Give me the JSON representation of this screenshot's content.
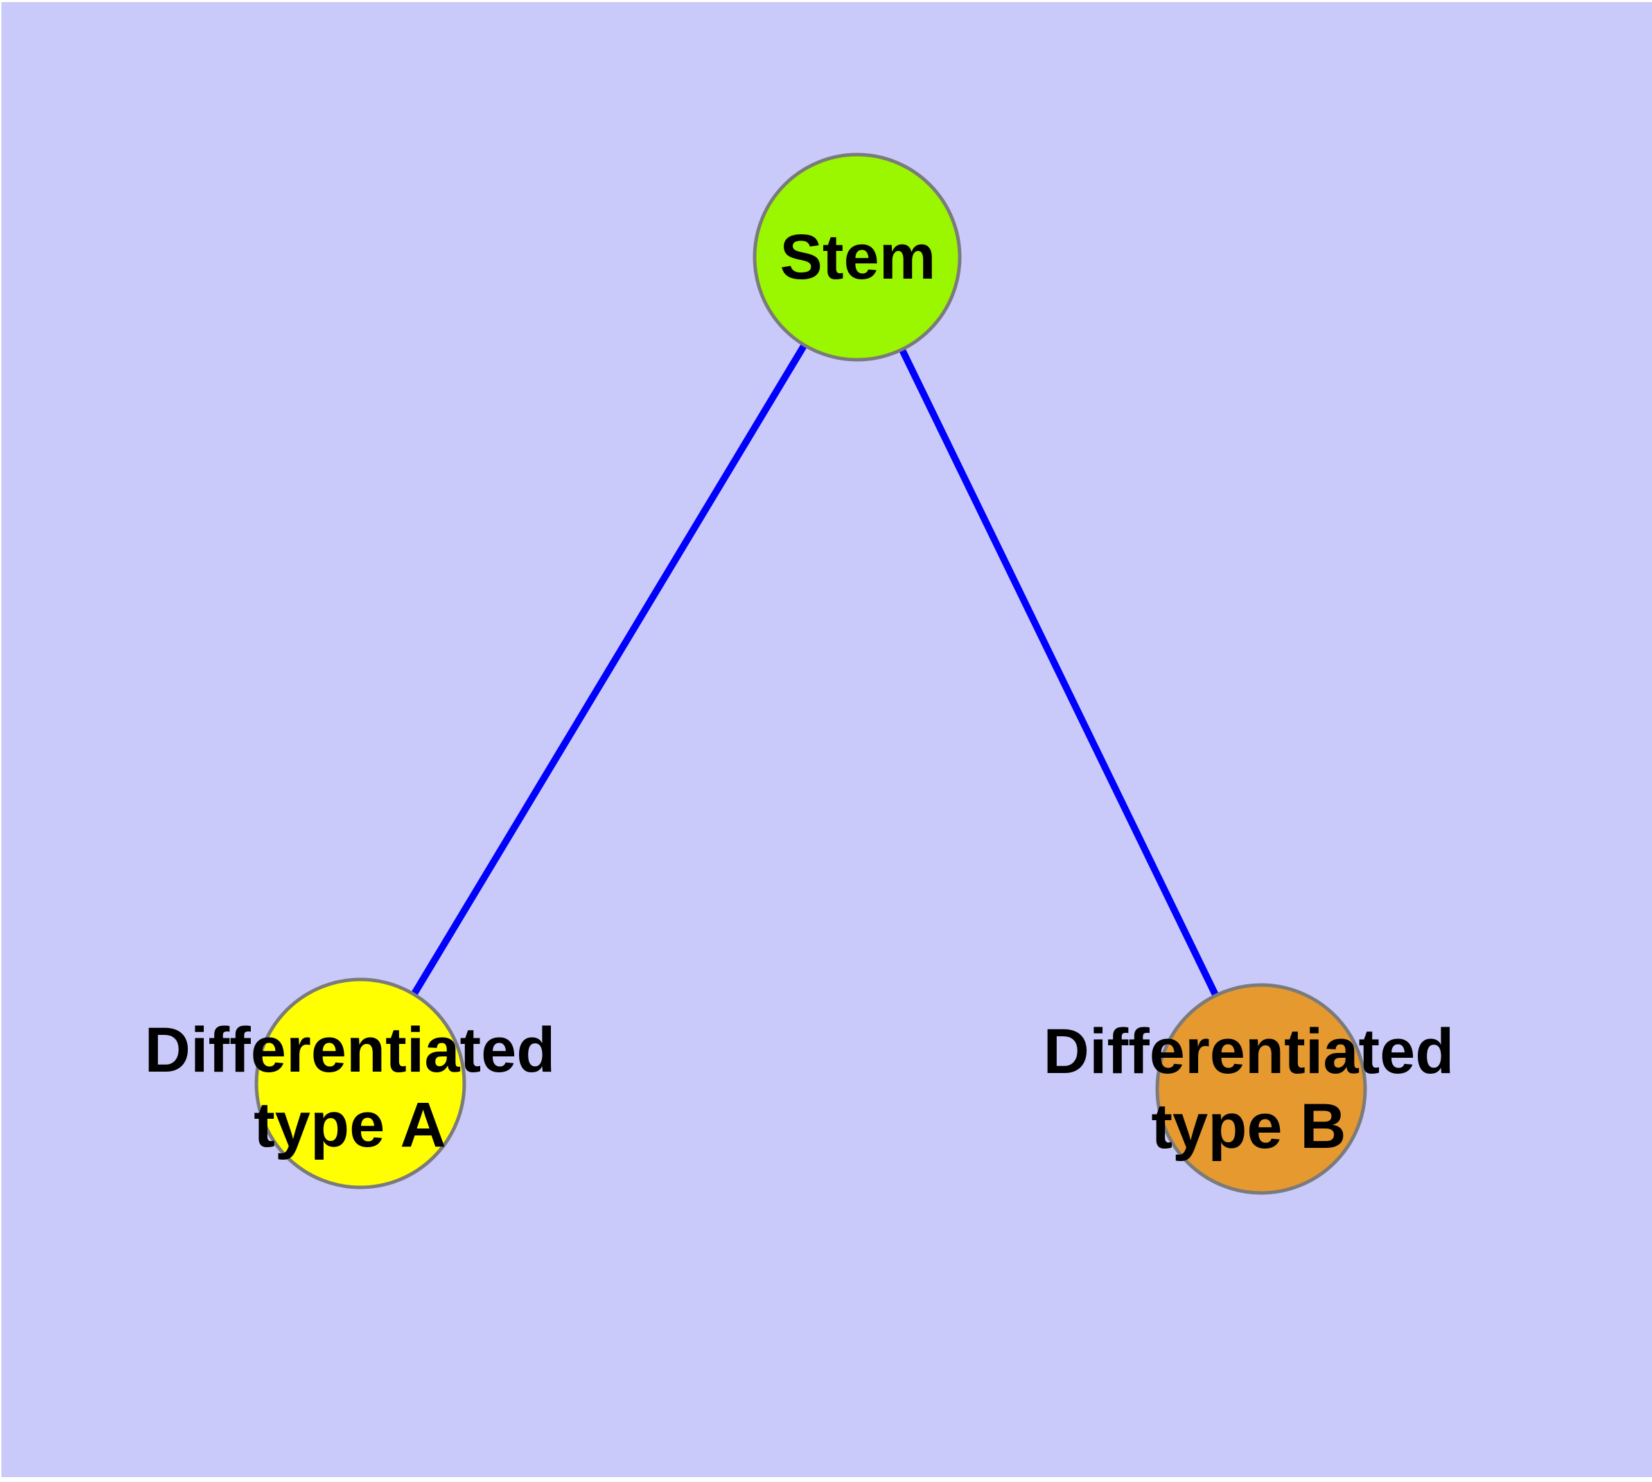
{
  "diagram": {
    "background_color": "#CACAFA",
    "edge_color": "#0000FF",
    "node_border_color": "#7B7B7B",
    "text_color": "#000000",
    "nodes": [
      {
        "id": "stem",
        "label": "Stem",
        "color": "#9AF700"
      },
      {
        "id": "type-a",
        "label": "Differentiated\ntype A",
        "color": "#FFFF00"
      },
      {
        "id": "type-b",
        "label": "Differentiated\ntype B",
        "color": "#E6992F"
      }
    ],
    "edges": [
      {
        "from": "stem",
        "to": "type-a"
      },
      {
        "from": "stem",
        "to": "type-b"
      }
    ]
  }
}
